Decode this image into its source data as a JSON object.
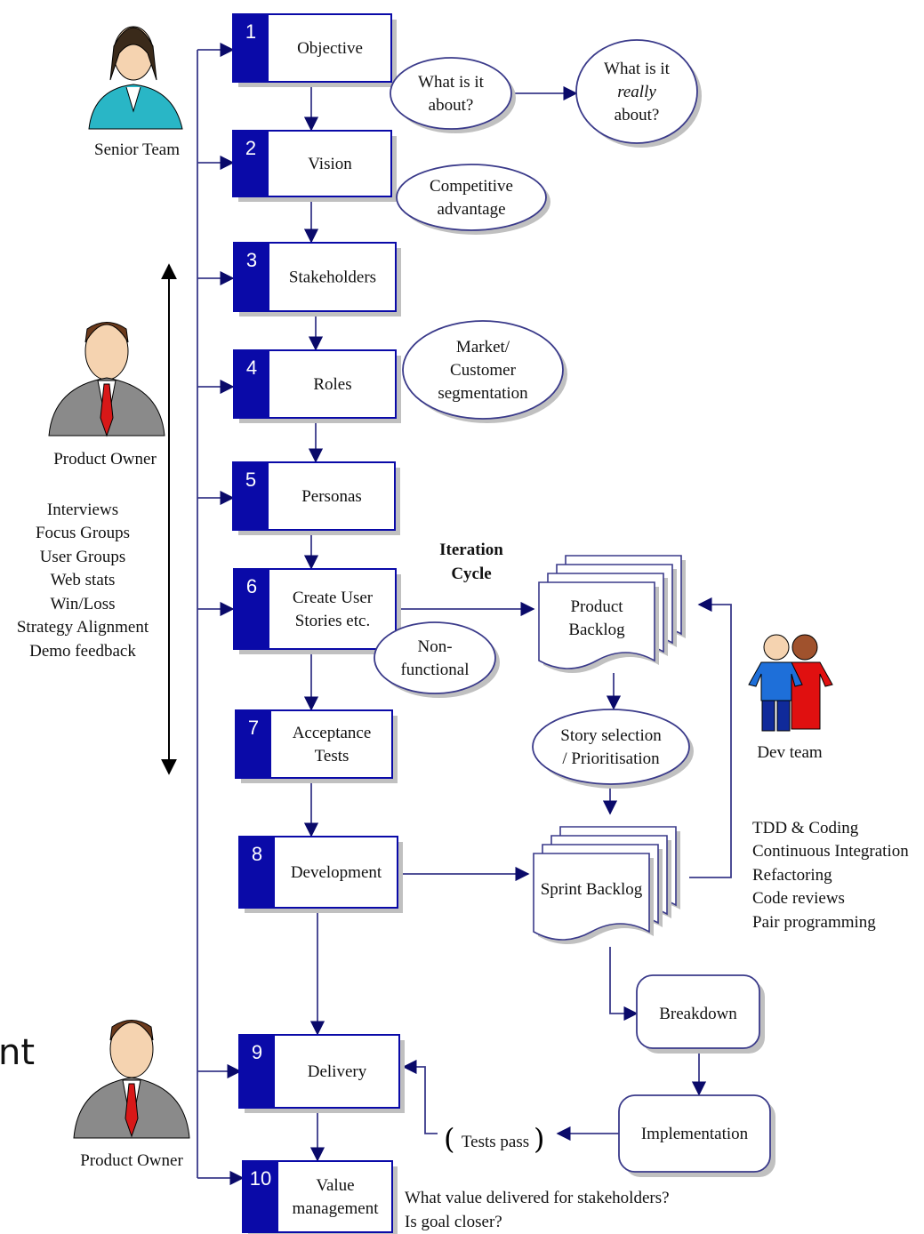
{
  "steps": [
    {
      "num": "1",
      "label": [
        "Objective"
      ]
    },
    {
      "num": "2",
      "label": [
        "Vision"
      ]
    },
    {
      "num": "3",
      "label": [
        "Stakeholders"
      ]
    },
    {
      "num": "4",
      "label": [
        "Roles"
      ]
    },
    {
      "num": "5",
      "label": [
        "Personas"
      ]
    },
    {
      "num": "6",
      "label": [
        "Create User",
        "Stories etc."
      ]
    },
    {
      "num": "7",
      "label": [
        "Acceptance",
        "Tests"
      ]
    },
    {
      "num": "8",
      "label": [
        "Development"
      ]
    },
    {
      "num": "9",
      "label": [
        "Delivery"
      ]
    },
    {
      "num": "10",
      "label": [
        "Value",
        "management"
      ]
    }
  ],
  "bubbles": {
    "what_about": [
      "What is it",
      "about?"
    ],
    "really_about": [
      "What is it",
      "really",
      "about?"
    ],
    "competitive": [
      "Competitive",
      "advantage"
    ],
    "market": [
      "Market/",
      "Customer",
      "segmentation"
    ],
    "nonfunctional": [
      "Non-",
      "functional"
    ],
    "story_selection": [
      "Story selection",
      "/ Prioritisation"
    ]
  },
  "iteration_cycle": [
    "Iteration",
    "Cycle"
  ],
  "product_backlog": [
    "Product",
    "Backlog"
  ],
  "sprint_backlog": "Sprint Backlog",
  "breakdown": "Breakdown",
  "implementation": "Implementation",
  "tests_pass": "Tests pass",
  "people": {
    "senior_team": "Senior Team",
    "product_owner_1": "Product Owner",
    "product_owner_2": "Product Owner",
    "dev_team": "Dev team"
  },
  "po_activities": [
    "Interviews",
    "Focus Groups",
    "User Groups",
    "Web stats",
    "Win/Loss",
    "Strategy Alignment",
    "Demo feedback"
  ],
  "dev_practices": [
    "TDD & Coding",
    "Continuous Integration",
    "Refactoring",
    "Code reviews",
    "Pair programming"
  ],
  "value_questions": [
    "What value delivered for stakeholders?",
    "Is goal closer?"
  ],
  "cut_text": "nt",
  "colors": {
    "accent": "#0a0aa8",
    "line": "#3a3a8a",
    "shadow": "#c0c0c0"
  }
}
